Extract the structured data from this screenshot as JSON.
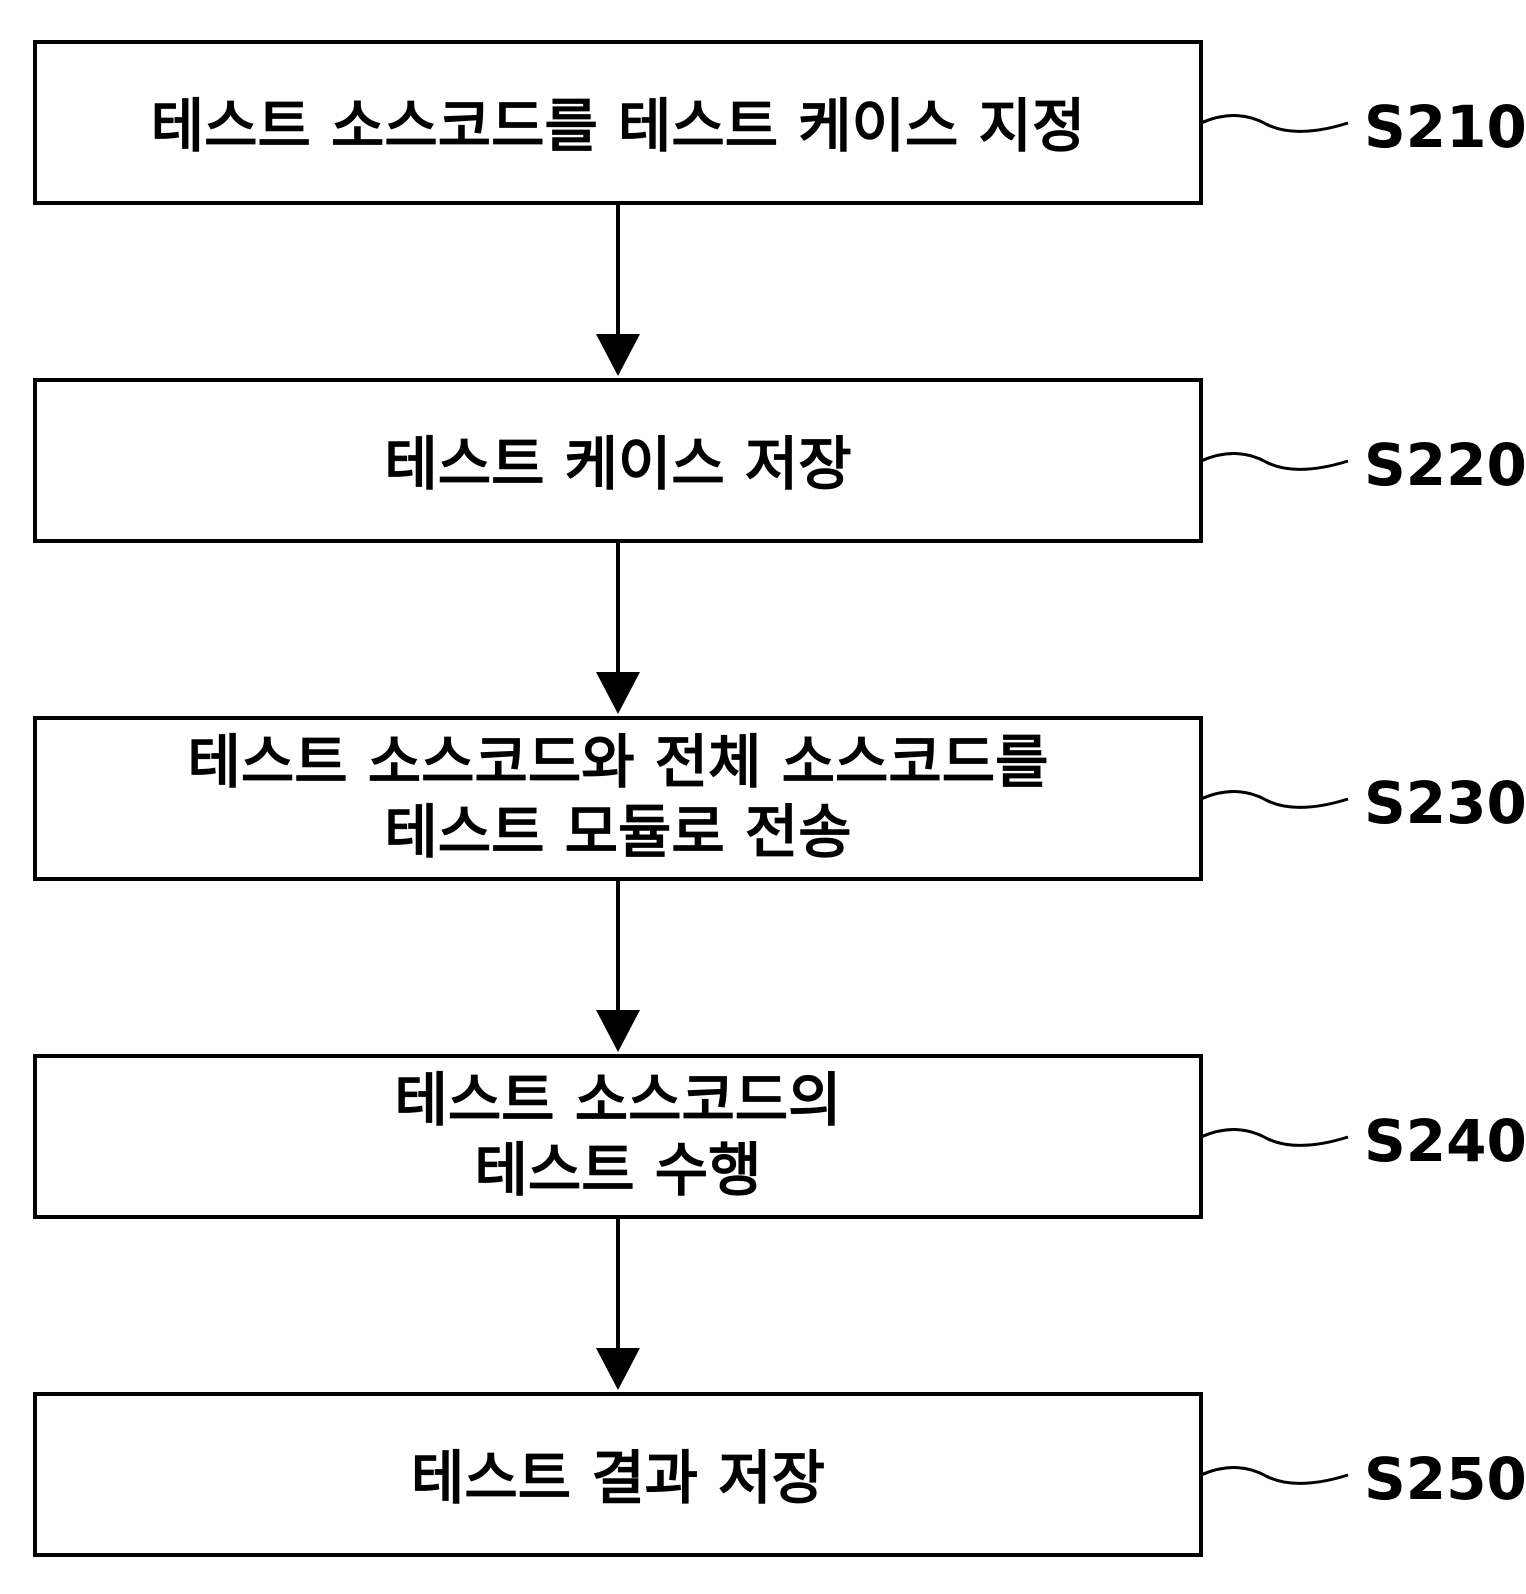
{
  "steps": [
    {
      "id": "S210",
      "lines": [
        "테스트 소스코드를 테스트 케이스 지정"
      ]
    },
    {
      "id": "S220",
      "lines": [
        "테스트 케이스 저장"
      ]
    },
    {
      "id": "S230",
      "lines": [
        "테스트 소스코드와 전체 소스코드를",
        "테스트 모듈로 전송"
      ]
    },
    {
      "id": "S240",
      "lines": [
        "테스트 소스코드의",
        "테스트 수행"
      ]
    },
    {
      "id": "S250",
      "lines": [
        "테스트 결과 저장"
      ]
    }
  ],
  "colors": {
    "stroke": "#000000",
    "background": "#ffffff"
  }
}
